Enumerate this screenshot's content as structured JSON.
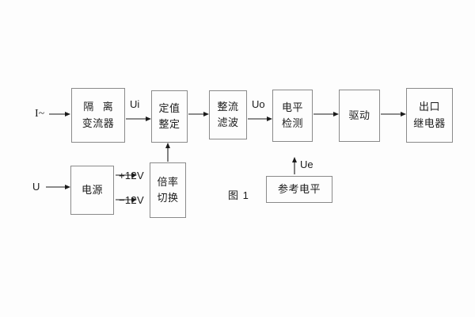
{
  "figure": {
    "caption": "图 1",
    "background_color": "#fdfdfd",
    "stroke_color": "#8a8a8a",
    "text_color": "#1c1c1c"
  },
  "blocks": [
    {
      "id": "isolation-ct",
      "line1": "隔 离",
      "line2": "变流器"
    },
    {
      "id": "setting",
      "line1": "定值",
      "line2": "整定"
    },
    {
      "id": "rectifier-filter",
      "line1": "整流",
      "line2": "滤波"
    },
    {
      "id": "level-detect",
      "line1": "电平",
      "line2": "检测"
    },
    {
      "id": "driver",
      "line1": "驱动",
      "line2": ""
    },
    {
      "id": "output-relay",
      "line1": "出口",
      "line2": "继电器"
    },
    {
      "id": "power-supply",
      "line1": "电源",
      "line2": ""
    },
    {
      "id": "multiplier-switch",
      "line1": "倍率",
      "line2": "切换"
    },
    {
      "id": "reference-level",
      "line1": "参考电平",
      "line2": ""
    }
  ],
  "labels": {
    "current_input": "I~",
    "voltage_input": "U",
    "ui": "Ui",
    "uo": "Uo",
    "ue": "Ue",
    "rail_positive": "+12V",
    "rail_negative": "−12V"
  }
}
